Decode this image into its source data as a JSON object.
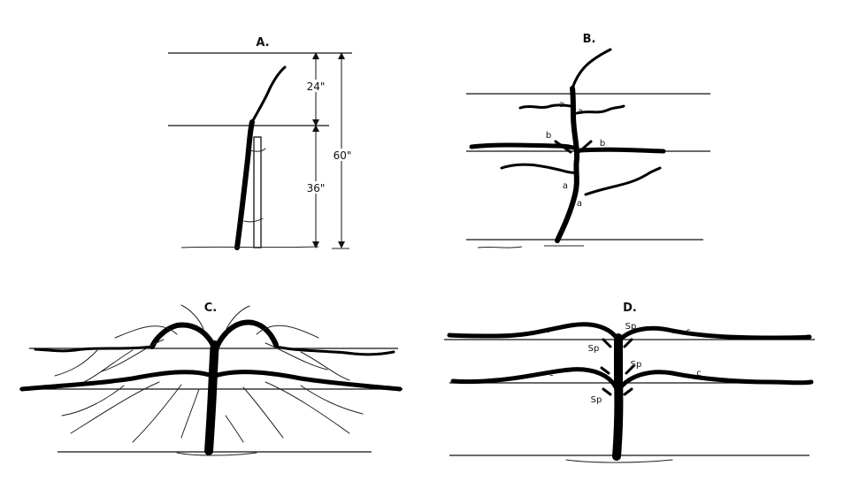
{
  "panels": [
    {
      "id": "A",
      "title": "A.",
      "measures": [
        "24\"",
        "36\"",
        "60\""
      ]
    },
    {
      "id": "B",
      "title": "B.",
      "labels": [
        "a",
        "a",
        "b",
        "b",
        "a",
        "a"
      ]
    },
    {
      "id": "C",
      "title": "C."
    },
    {
      "id": "D",
      "title": "D.",
      "labels": [
        "Sp",
        "c",
        "c",
        "Sp",
        "Sp",
        "c",
        "c",
        "Sp"
      ]
    }
  ]
}
